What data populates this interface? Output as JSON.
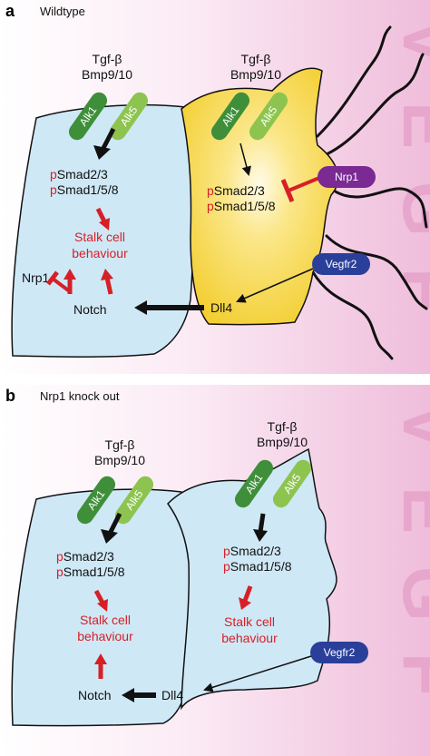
{
  "panel_a": {
    "letter": "a",
    "title": "Wildtype",
    "vegf": [
      "V",
      "E",
      "G",
      "F"
    ],
    "left_cell": {
      "ligand_line1": "",
      "ligand_line2": "",
      "receptors": [
        "Alk1",
        "Alk5"
      ],
      "smad_line1_p": "p",
      "smad_line1": "Smad2/3",
      "smad_line2_p": "p",
      "smad_line2": "Smad1/5/8",
      "stalk_line1": "Stalk cell",
      "stalk_line2": "behaviour",
      "nrp1": "Nrp1",
      "notch": "Notch"
    },
    "tip_cell": {
      "ligand_line1": "Tgf-β",
      "ligand_line2": "Bmp9/10",
      "receptors": [
        "Alk1",
        "Alk5"
      ],
      "smad_line1_p": "p",
      "smad_line1": "Smad2/3",
      "smad_line2_p": "p",
      "smad_line2": "Smad1/5/8",
      "nrp1": "Nrp1",
      "vegfr2": "Vegfr2",
      "dll4": "Dll4"
    },
    "left_ligand_line1": "Tgf-β",
    "left_ligand_line2": "Bmp9/10"
  },
  "panel_b": {
    "letter": "b",
    "title": "Nrp1 knock out",
    "vegf": [
      "V",
      "E",
      "G",
      "F"
    ],
    "left_cell": {
      "ligand_line1": "Tgf-β",
      "ligand_line2": "Bmp9/10",
      "receptors": [
        "Alk1",
        "Alk5"
      ],
      "smad_line1_p": "p",
      "smad_line1": "Smad2/3",
      "smad_line2_p": "p",
      "smad_line2": "Smad1/5/8",
      "stalk_line1": "Stalk cell",
      "stalk_line2": "behaviour",
      "notch": "Notch"
    },
    "right_cell": {
      "ligand_line1": "Tgf-β",
      "ligand_line2": "Bmp9/10",
      "receptors": [
        "Alk1",
        "Alk5"
      ],
      "smad_line1_p": "p",
      "smad_line1": "Smad2/3",
      "smad_line2_p": "p",
      "smad_line2": "Smad1/5/8",
      "stalk_line1": "Stalk cell",
      "stalk_line2": "behaviour",
      "vegfr2": "Vegfr2",
      "dll4": "Dll4"
    }
  },
  "colors": {
    "stalk_cell": "#cfe8f6",
    "tip_cell": "#f7d84a",
    "alk1": "#3f8f3a",
    "alk5": "#8dc44f",
    "nrp1": "#7a2a92",
    "vegfr2": "#2a3f9a",
    "inhibit": "#d62027",
    "vegf_gradient": "#f0bedb"
  }
}
